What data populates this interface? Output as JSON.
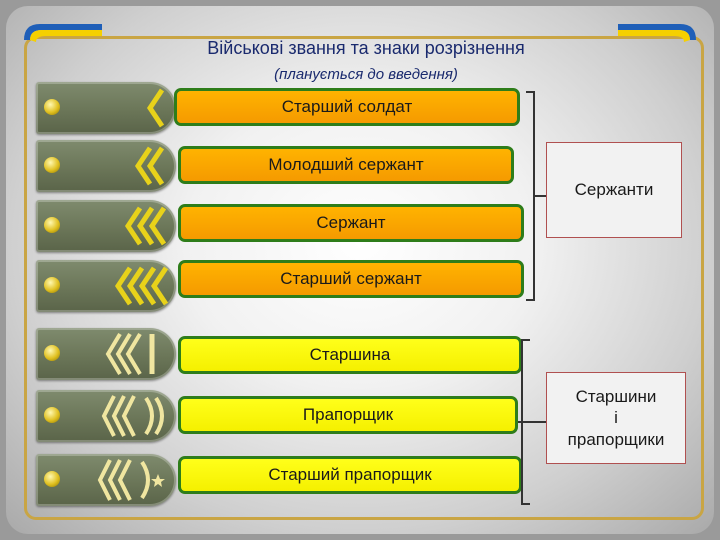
{
  "title": "Військові звання та знаки розрізнення",
  "subtitle": "(планується до введення)",
  "ranks": [
    {
      "label": "Старший солдат"
    },
    {
      "label": "Молодший сержант"
    },
    {
      "label": "Сержант"
    },
    {
      "label": "Старший сержант"
    },
    {
      "label": "Старшина"
    },
    {
      "label": "Прапорщик"
    },
    {
      "label": "Старший прапорщик"
    }
  ],
  "groups": {
    "sergeants": "Сержанти",
    "warrant_line1": "Старшини",
    "warrant_line2": "і",
    "warrant_line3": "прапорщики"
  },
  "colors": {
    "orange": "#f7a400",
    "yellow": "#ffff00",
    "rank_border": "#2e7d1a",
    "text_blue": "#1a2a6e",
    "flag_blue": "#1f5fb8",
    "flag_yellow": "#f5d000"
  }
}
